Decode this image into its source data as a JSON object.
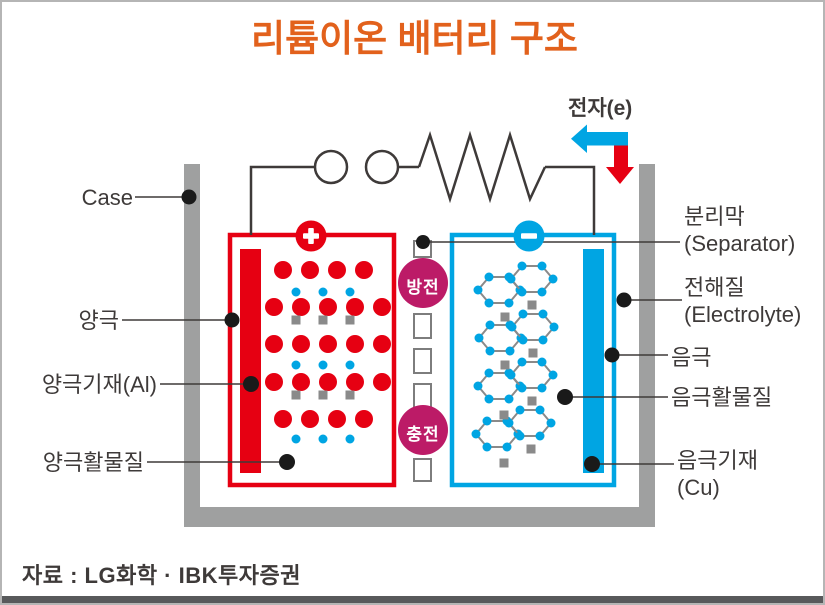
{
  "header": {
    "title": "리튬이온 배터리 구조"
  },
  "diagram": {
    "labels": {
      "case": "Case",
      "cathode": "양극",
      "cathode_substrate": "양극기재(Al)",
      "cathode_active": "양극활물질",
      "electron": "전자(e)",
      "separator_ko": "분리막",
      "separator_en": "(Separator)",
      "electrolyte_ko": "전해질",
      "electrolyte_en": "(Electrolyte)",
      "anode": "음극",
      "anode_active": "음극활물질",
      "anode_substrate_ko": "음극기재",
      "anode_substrate_en": "(Cu)",
      "discharge": "방전",
      "charge": "충전",
      "plus_symbol": "+",
      "minus_symbol": "−"
    }
  },
  "footer": {
    "source": "자료 : LG화학 · IBK투자증권"
  },
  "colors": {
    "orange": "#e2611c",
    "red": "#e60012",
    "blue": "#00a5e3",
    "magenta": "#bc1b67",
    "case-gray": "#9fa0a0",
    "square-gray": "#8a8a8a",
    "line-dark": "#3e3a39",
    "text-dark": "#3e3a39"
  }
}
